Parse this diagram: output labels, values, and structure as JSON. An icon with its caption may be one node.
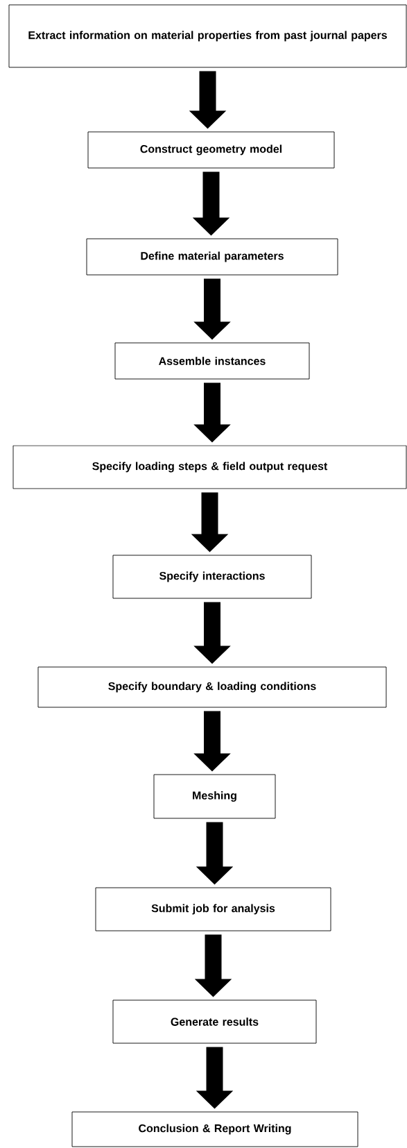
{
  "diagram": {
    "nodes": [
      {
        "text": [
          "Extract information on material properties from past journal papers"
        ]
      },
      {
        "text": [
          "Construct geometry model"
        ]
      },
      {
        "text": [
          "Define material parameters"
        ]
      },
      {
        "text": [
          "Assemble instances"
        ]
      },
      {
        "text": [
          "Specify loading steps & field output request"
        ]
      },
      {
        "text": [
          "Specify interactions"
        ]
      },
      {
        "text": [
          "Specify boundary & loading conditions"
        ]
      },
      {
        "text": [
          "Meshing"
        ]
      },
      {
        "text": [
          "Submit job for analysis"
        ]
      },
      {
        "text": [
          "Generate results"
        ]
      },
      {
        "text": [
          "Conclusion & Report Writing"
        ]
      }
    ],
    "edges": [
      {
        "from": 0,
        "to": 1,
        "arrow": "to"
      },
      {
        "from": 1,
        "to": 2,
        "arrow": "to"
      },
      {
        "from": 2,
        "to": 3,
        "arrow": "to"
      },
      {
        "from": 3,
        "to": 4,
        "arrow": "to"
      },
      {
        "from": 4,
        "to": 5,
        "arrow": "to"
      },
      {
        "from": 5,
        "to": 6,
        "arrow": "to"
      },
      {
        "from": 6,
        "to": 7,
        "arrow": "to"
      },
      {
        "from": 7,
        "to": 8,
        "arrow": "to"
      },
      {
        "from": 8,
        "to": 9,
        "arrow": "to"
      },
      {
        "from": 9,
        "to": 10,
        "arrow": "to"
      }
    ]
  }
}
